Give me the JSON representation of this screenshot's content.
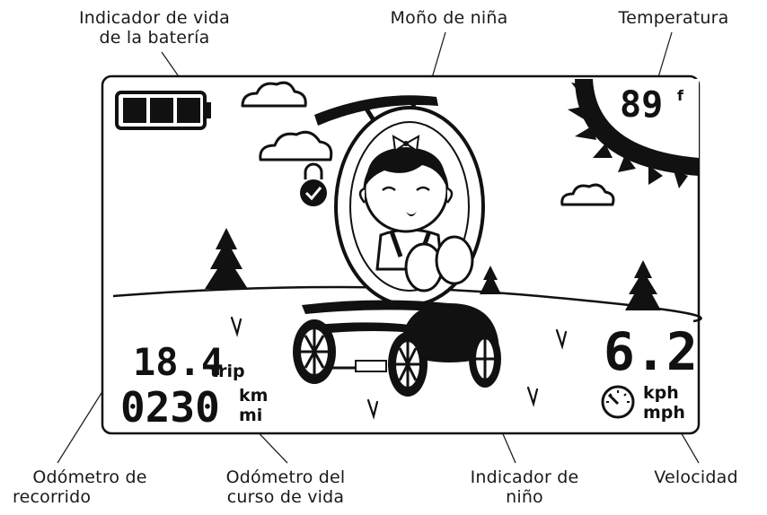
{
  "callouts": {
    "battery_line1": "Indicador de vida",
    "battery_line2": "de la batería",
    "bow": "Moño de niña",
    "temperature": "Temperatura",
    "trip_line1": "Odómetro de",
    "trip_line2": "recorrido",
    "lifetime_line1": "Odómetro del",
    "lifetime_line2": "curso de vida",
    "child_line1": "Indicador de",
    "child_line2": "niño",
    "speed": "Velocidad"
  },
  "display": {
    "temperature_value": "89",
    "temperature_unit": "f",
    "trip_value": "18.4",
    "trip_label": "trip",
    "odometer_value": "0230",
    "unit_km": "km",
    "unit_mi": "mi",
    "speed_value": "6.2",
    "unit_kph": "kph",
    "unit_mph": "mph"
  },
  "battery": {
    "bars_filled": 3,
    "bars_total": 3
  },
  "icons": [
    "battery-icon",
    "cloud-icon",
    "sun-icon",
    "lock-check-icon",
    "tree-icon",
    "grass-icon",
    "stroller-icon",
    "baby-icon",
    "bow-icon",
    "speedometer-icon"
  ],
  "colors": {
    "ink": "#111111",
    "background": "#ffffff"
  }
}
